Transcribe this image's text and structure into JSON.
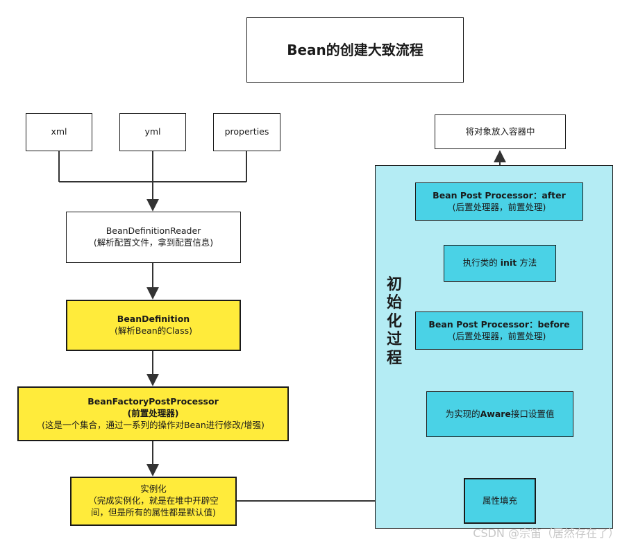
{
  "title": "Bean的创建大致流程",
  "sources": [
    "xml",
    "yml",
    "properties"
  ],
  "reader": {
    "name": "BeanDefinitionReader",
    "desc": "(解析配置文件，拿到配置信息)"
  },
  "definition": {
    "name": "BeanDefinition",
    "desc": "(解析Bean的Class)"
  },
  "factory_post": {
    "name": "BeanFactoryPostProcessor",
    "sub": "(前置处理器)",
    "desc": "(这是一个集合，通过一系列的操作对Bean进行修改/增强)"
  },
  "instantiate": {
    "name": "实例化",
    "desc_line1": "（完成实例化，就是在堆中开辟空",
    "desc_line2": "间，但是所有的属性都是默认值)"
  },
  "init_panel": {
    "label_chars": [
      "初",
      "始",
      "化",
      "过",
      "程"
    ]
  },
  "populate": "属性填充",
  "aware": {
    "pre": "为实现的",
    "keyword": "Aware",
    "post": "接口设置值"
  },
  "bpp_before": {
    "name": "Bean Post Processor：before",
    "desc": "(后置处理器，前置处理)"
  },
  "init_method": {
    "pre": "执行类的 ",
    "keyword": "init",
    "post": " 方法"
  },
  "bpp_after": {
    "name": "Bean Post Processor：after",
    "desc": "(后置处理器，前置处理)"
  },
  "container": "将对象放入容器中",
  "watermark": "CSDN @宗笛（居然存在了）",
  "colors": {
    "yellow": "#ffeb3b",
    "cyan": "#4ad2e6",
    "panel": "#b4ecf4",
    "line": "#333333"
  }
}
